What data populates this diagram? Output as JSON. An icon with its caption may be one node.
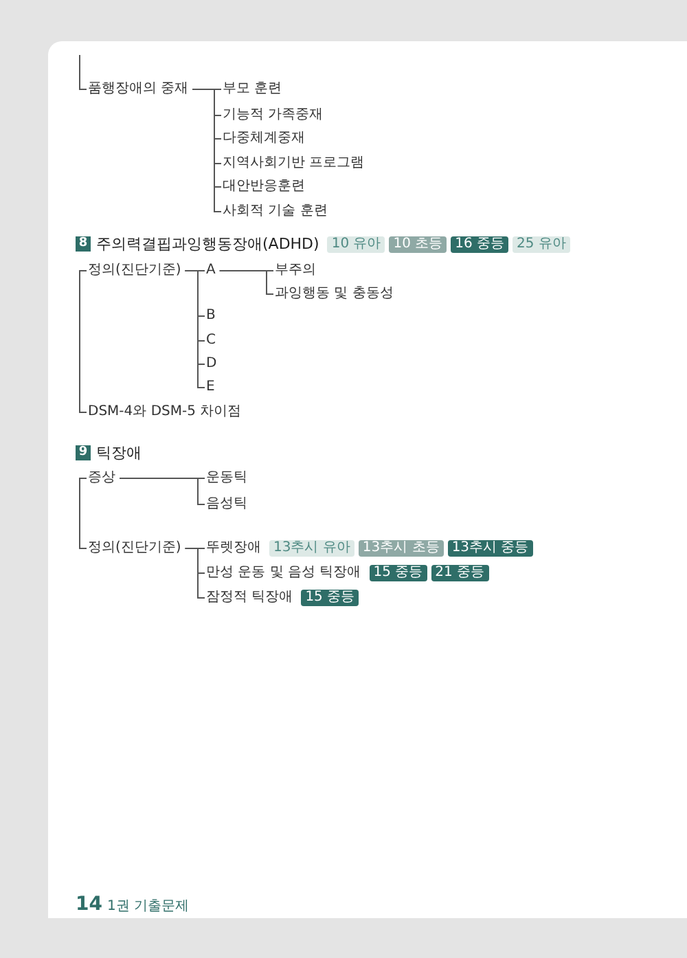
{
  "diagram": {
    "nodes": [
      {
        "text": [
          "품행장애의 중재"
        ]
      },
      {
        "text": [
          "부모 훈련"
        ]
      },
      {
        "text": [
          "기능적 가족중재"
        ]
      },
      {
        "text": [
          "다중체계중재"
        ]
      },
      {
        "text": [
          "지역사회기반 프로그램"
        ]
      },
      {
        "text": [
          "대안반응훈련"
        ]
      },
      {
        "text": [
          "사회적 기술 훈련"
        ]
      },
      {
        "text": [
          "8"
        ]
      },
      {
        "text": [
          "주의력결핍과잉행동장애(ADHD)",
          "10 유아",
          "10 초등",
          "16 중등",
          "25 유아"
        ]
      },
      {
        "text": [
          "정의(진단기준)"
        ]
      },
      {
        "text": [
          "A"
        ]
      },
      {
        "text": [
          "부주의"
        ]
      },
      {
        "text": [
          "과잉행동 및 충동성"
        ]
      },
      {
        "text": [
          "B"
        ]
      },
      {
        "text": [
          "C"
        ]
      },
      {
        "text": [
          "D"
        ]
      },
      {
        "text": [
          "E"
        ]
      },
      {
        "text": [
          "DSM-4와 DSM-5 차이점"
        ]
      },
      {
        "text": [
          "9"
        ]
      },
      {
        "text": [
          "틱장애"
        ]
      },
      {
        "text": [
          "증상"
        ]
      },
      {
        "text": [
          "운동틱"
        ]
      },
      {
        "text": [
          "음성틱"
        ]
      },
      {
        "text": [
          "정의(진단기준)"
        ]
      },
      {
        "text": [
          "뚜렛장애",
          "13추시 유아",
          "13추시 초등",
          "13추시 중등"
        ]
      },
      {
        "text": [
          "만성 운동 및 음성 틱장애",
          "15 중등",
          "21 중등"
        ]
      },
      {
        "text": [
          "잠정적 틱장애",
          "15 중등"
        ]
      }
    ],
    "edges": [
      {
        "from": null,
        "to": 0,
        "arrow": "none"
      },
      {
        "from": 0,
        "to": 1,
        "arrow": "none"
      },
      {
        "from": 0,
        "to": 2,
        "arrow": "none"
      },
      {
        "from": 0,
        "to": 3,
        "arrow": "none"
      },
      {
        "from": 0,
        "to": 4,
        "arrow": "none"
      },
      {
        "from": 0,
        "to": 5,
        "arrow": "none"
      },
      {
        "from": 0,
        "to": 6,
        "arrow": "none"
      },
      {
        "from": 9,
        "to": 17,
        "arrow": "none"
      },
      {
        "from": 9,
        "to": 10,
        "arrow": "none"
      },
      {
        "from": 9,
        "to": 13,
        "arrow": "none"
      },
      {
        "from": 9,
        "to": 14,
        "arrow": "none"
      },
      {
        "from": 9,
        "to": 15,
        "arrow": "none"
      },
      {
        "from": 9,
        "to": 16,
        "arrow": "none"
      },
      {
        "from": 10,
        "to": 11,
        "arrow": "none"
      },
      {
        "from": 10,
        "to": 12,
        "arrow": "none"
      },
      {
        "from": 20,
        "to": 23,
        "arrow": "none"
      },
      {
        "from": 20,
        "to": 21,
        "arrow": "none"
      },
      {
        "from": 20,
        "to": 22,
        "arrow": "none"
      },
      {
        "from": 23,
        "to": 24,
        "arrow": "none"
      },
      {
        "from": 23,
        "to": 25,
        "arrow": "none"
      },
      {
        "from": 23,
        "to": 26,
        "arrow": "none"
      }
    ],
    "labels": [
      "14",
      "1권 기출문제"
    ]
  }
}
